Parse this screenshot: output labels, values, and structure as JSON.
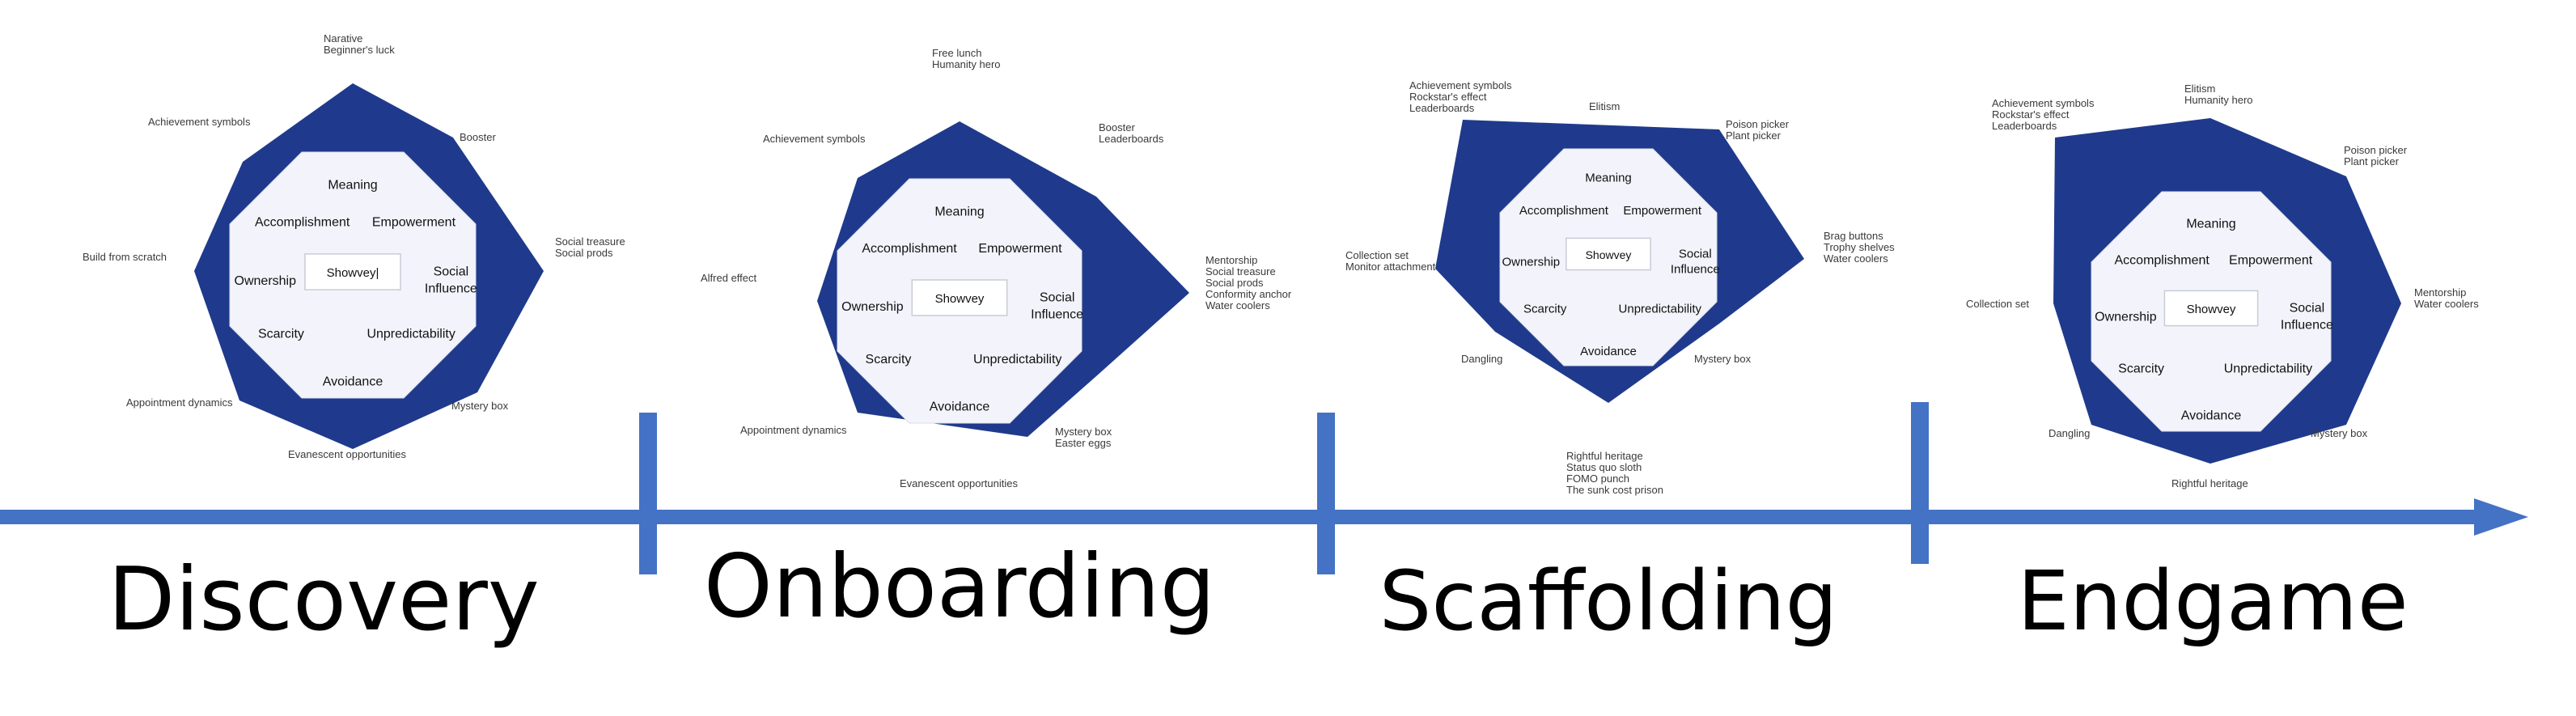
{
  "colors": {
    "navy": "#1f3a8c",
    "timeline": "#4472c4",
    "octagon_fill": "#f3f4fb",
    "octagon_stroke": "#dadce8",
    "logo_text": "#3d4a8a"
  },
  "icons": {
    "timeline_arrow": "arrow-right-icon"
  },
  "core_labels": {
    "meaning": "Meaning",
    "accomplishment": "Accomplishment",
    "empowerment": "Empowerment",
    "ownership": "Ownership",
    "social_1": "Social",
    "social_2": "Influence",
    "scarcity": "Scarcity",
    "unpredictability": "Unpredictability",
    "avoidance": "Avoidance",
    "logo": "Showvey"
  },
  "stages": [
    {
      "title": "Discovery",
      "logo": "Showvey|",
      "labels": [
        [
          "Narative",
          "Beginner's luck"
        ],
        [
          "Booster"
        ],
        [
          "Social treasure",
          "Social prods"
        ],
        [
          "Mystery box"
        ],
        [
          "Evanescent opportunities"
        ],
        [
          "Appointment dynamics"
        ],
        [
          "Build from scratch"
        ],
        [
          "Achievement symbols"
        ]
      ]
    },
    {
      "title": "Onboarding",
      "logo": "Showvey",
      "labels": [
        [
          "Free lunch",
          "Humanity hero"
        ],
        [
          "Booster",
          "Leaderboards"
        ],
        [
          "Mentorship",
          "Social treasure",
          "Social prods",
          "Conformity anchor",
          "Water coolers"
        ],
        [
          "Mystery box",
          "Easter eggs"
        ],
        [
          "Evanescent opportunities"
        ],
        [
          "Appointment dynamics"
        ],
        [
          "Alfred effect"
        ],
        [
          "Achievement symbols"
        ]
      ]
    },
    {
      "title": "Scaffolding",
      "logo": "Showvey",
      "labels": [
        [
          "Elitism"
        ],
        [
          "Poison picker",
          "Plant picker"
        ],
        [
          "Brag buttons",
          "Trophy shelves",
          "Water coolers"
        ],
        [
          "Mystery box"
        ],
        [
          "Rightful heritage",
          "Status quo sloth",
          "FOMO punch",
          "The sunk cost prison"
        ],
        [
          "Dangling"
        ],
        [
          "Collection set",
          "Monitor attachment"
        ],
        [
          "Achievement symbols",
          "Rockstar's effect",
          "Leaderboards"
        ]
      ]
    },
    {
      "title": "Endgame",
      "logo": "Showvey",
      "labels": [
        [
          "Elitism",
          "Humanity hero"
        ],
        [
          "Poison picker",
          "Plant picker"
        ],
        [
          "Mentorship",
          "Water coolers"
        ],
        [
          "Mystery box"
        ],
        [
          "Rightful heritage"
        ],
        [
          "Dangling"
        ],
        [
          "Collection set"
        ],
        [
          "Achievement symbols",
          "Rockstar's effect",
          "Leaderboards"
        ]
      ]
    }
  ]
}
